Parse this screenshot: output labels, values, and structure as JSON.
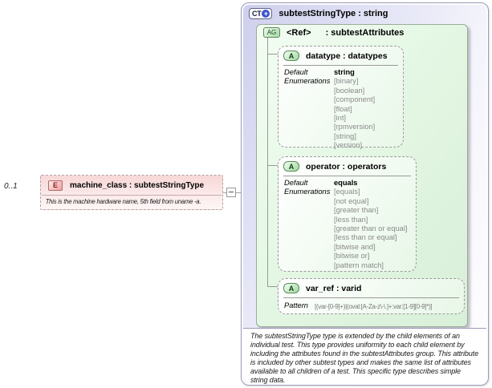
{
  "icons": {
    "element": "E",
    "complex_type": "CT",
    "plus": "+",
    "attr_group": "AG",
    "attribute": "A"
  },
  "cardinality": "0..1",
  "element": {
    "title": "machine_class : subtestStringType",
    "annotation": "This is the machine hardware name, 5th field from uname -a."
  },
  "panel": {
    "title": "subtestStringType : string",
    "group": {
      "ref_label": "<Ref>",
      "type_label": ": subtestAttributes",
      "attributes": [
        {
          "title": "datatype : datatypes",
          "default_label": "Default",
          "default_value": "string",
          "enumerations_label": "Enumerations",
          "enumerations": [
            "[binary]",
            "[boolean]",
            "[component]",
            "[float]",
            "[int]",
            "[rpmversion]",
            "[string]",
            "[version]"
          ]
        },
        {
          "title": "operator : operators",
          "default_label": "Default",
          "default_value": "equals",
          "enumerations_label": "Enumerations",
          "enumerations": [
            "[equals]",
            "[not equal]",
            "[greater than]",
            "[less than]",
            "[greater than or equal]",
            "[less than or equal]",
            "[bitwise and]",
            "[bitwise or]",
            "[pattern match]"
          ]
        },
        {
          "title": "var_ref : varid",
          "pattern_label": "Pattern",
          "pattern_value": "[(var-[0-9]+)|(oval:[A-Za-z\\-\\.]+:var:[1-9][0-9]*)]"
        }
      ]
    },
    "annotation": "The subtestStringType type is extended by the child elements of an individual test.  This type provides uniformity to each child element by including the attributes found in the subtestAttributes group.  This attribute is included by other subtest types and makes the same list of attributes available to all children of a test.  This specific type describes simple string data."
  }
}
